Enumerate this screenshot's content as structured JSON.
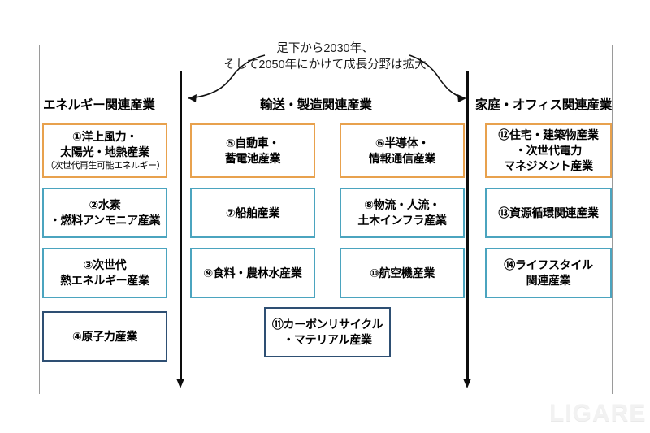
{
  "caption": {
    "line1": "足下から2030年、",
    "line2": "そして2050年にかけて成長分野は拡大"
  },
  "columns": [
    {
      "id": "energy",
      "heading": "エネルギー関連産業"
    },
    {
      "id": "transport",
      "heading": "輸送・製造関連産業"
    },
    {
      "id": "household",
      "heading": "家庭・オフィス関連産業"
    }
  ],
  "boxes": [
    {
      "number": "①",
      "label": "①洋上風力・\n太陽光・地熱産業",
      "line1": "①洋上風力・",
      "line2": "太陽光・地熱産業",
      "sub": "（次世代再生可能エネルギー）",
      "color": "orange",
      "column": "energy"
    },
    {
      "number": "②",
      "line1": "②水素",
      "line2": "・燃料アンモニア産業",
      "sub": "",
      "color": "teal",
      "column": "energy"
    },
    {
      "number": "③",
      "line1": "③次世代",
      "line2": "熱エネルギー産業",
      "sub": "",
      "color": "teal",
      "column": "energy"
    },
    {
      "number": "④",
      "line1": "④原子力産業",
      "line2": "",
      "sub": "",
      "color": "navy",
      "column": "energy"
    },
    {
      "number": "⑤",
      "line1": "⑤自動車・",
      "line2": "蓄電池産業",
      "sub": "",
      "color": "orange",
      "column": "transport"
    },
    {
      "number": "⑥",
      "line1": "⑥半導体・",
      "line2": "情報通信産業",
      "sub": "",
      "color": "orange",
      "column": "transport"
    },
    {
      "number": "⑦",
      "line1": "⑦船舶産業",
      "line2": "",
      "sub": "",
      "color": "teal",
      "column": "transport"
    },
    {
      "number": "⑧",
      "line1": "⑧物流・人流・",
      "line2": "土木インフラ産業",
      "sub": "",
      "color": "teal",
      "column": "transport"
    },
    {
      "number": "⑨",
      "line1": "⑨食料・農林水産業",
      "line2": "",
      "sub": "",
      "color": "teal",
      "column": "transport"
    },
    {
      "number": "⑩",
      "line1": "⑩航空機産業",
      "line2": "",
      "sub": "",
      "color": "teal",
      "column": "transport"
    },
    {
      "number": "⑪",
      "line1": "⑪カーボンリサイクル",
      "line2": "・マテリアル産業",
      "sub": "",
      "color": "navy",
      "column": "transport"
    },
    {
      "number": "⑫",
      "line1": "⑫住宅・建築物産業",
      "line2": "・次世代電力",
      "line3": "マネジメント産業",
      "sub": "",
      "color": "orange",
      "column": "household"
    },
    {
      "number": "⑬",
      "line1": "⑬資源循環関連産業",
      "line2": "",
      "sub": "",
      "color": "teal",
      "column": "household"
    },
    {
      "number": "⑭",
      "line1": "⑭ライフスタイル",
      "line2": "関連産業",
      "sub": "",
      "color": "teal",
      "column": "household"
    }
  ],
  "watermark": "LIGARE",
  "colors": {
    "orange": "#e8a14d",
    "teal": "#4ba4bf",
    "navy": "#2e4f73",
    "divider": "#0d0d0d",
    "panel_rule": "#9a9a9a"
  }
}
